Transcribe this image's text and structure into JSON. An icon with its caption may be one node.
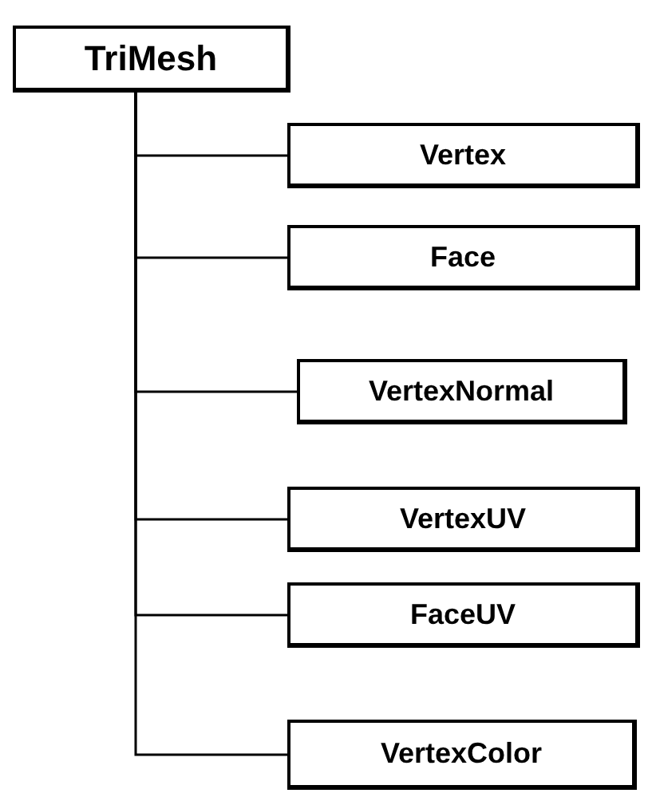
{
  "diagram": {
    "nodes": [
      {
        "text": [
          "TriMesh"
        ]
      },
      {
        "text": [
          "Vertex"
        ]
      },
      {
        "text": [
          "Face"
        ]
      },
      {
        "text": [
          "VertexNormal"
        ]
      },
      {
        "text": [
          "VertexUV"
        ]
      },
      {
        "text": [
          "FaceUV"
        ]
      },
      {
        "text": [
          "VertexColor"
        ]
      }
    ],
    "edges": [
      {
        "from": 0,
        "to": 1,
        "arrow": "none"
      },
      {
        "from": 0,
        "to": 2,
        "arrow": "none"
      },
      {
        "from": 0,
        "to": 3,
        "arrow": "none"
      },
      {
        "from": 0,
        "to": 4,
        "arrow": "none"
      },
      {
        "from": 0,
        "to": 5,
        "arrow": "none"
      },
      {
        "from": 0,
        "to": 6,
        "arrow": "none"
      }
    ]
  }
}
